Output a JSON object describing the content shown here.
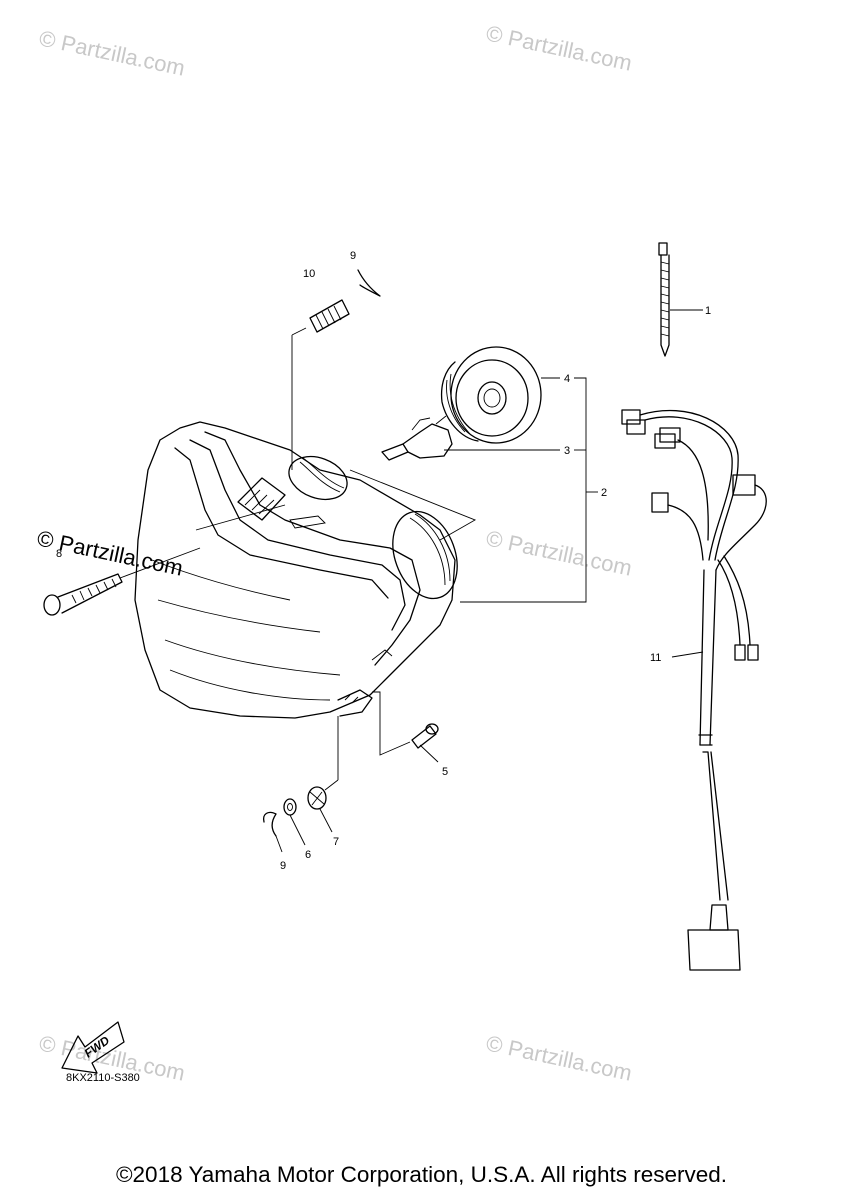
{
  "watermark": "© Partzilla.com",
  "fwd_label": "FWD",
  "diagram_code": "8KX2110-S380",
  "copyright": "©2018 Yamaha Motor Corporation, U.S.A. All rights reserved.",
  "callouts": {
    "c1": "1",
    "c2": "2",
    "c3": "3",
    "c4": "4",
    "c5": "5",
    "c6": "6",
    "c7": "7",
    "c8": "8",
    "c9a": "9",
    "c9b": "9",
    "c10": "10",
    "c11": "11"
  }
}
